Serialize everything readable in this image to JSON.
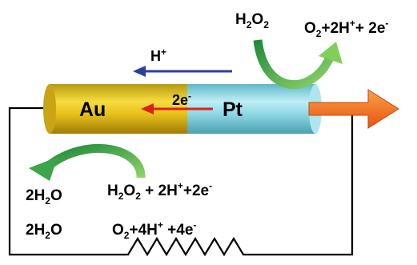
{
  "diagram": {
    "top_reactant": {
      "base": "H",
      "sub": "2",
      "mid": "O",
      "sub2": "2"
    },
    "top_product": {
      "a": "O",
      "a_sub": "2",
      "b": "+2H",
      "b_sup": "+",
      "c": "+ 2e",
      "c_sup": "-"
    },
    "proton_label": {
      "base": "H",
      "sup": "+"
    },
    "electron_label": {
      "base": "2e",
      "sup": "-"
    },
    "left_metal": "Au",
    "right_metal": "Pt",
    "left_product_1": {
      "a": "2H",
      "a_sub": "2",
      "b": "O"
    },
    "left_reactant_1": {
      "a": "H",
      "a_sub": "2",
      "b": "O",
      "b_sub": "2",
      "c": " + 2H",
      "c_sup": "+",
      "d": "+2e",
      "d_sup": "-"
    },
    "left_product_2": {
      "a": "2H",
      "a_sub": "2",
      "b": "O"
    },
    "left_reactant_2": {
      "a": "O",
      "a_sub": "2",
      "b": "+4H",
      "b_sup": "+",
      "c": " +4e",
      "c_sup": "-"
    }
  },
  "colors": {
    "gold": "#e8c21a",
    "platinum": "#8fd8e6",
    "proton_arrow": "#2b3f9e",
    "electron_arrow": "#e0201a",
    "motion_arrow": "#f07a1a",
    "curved_arrow": "#3aa54a"
  }
}
